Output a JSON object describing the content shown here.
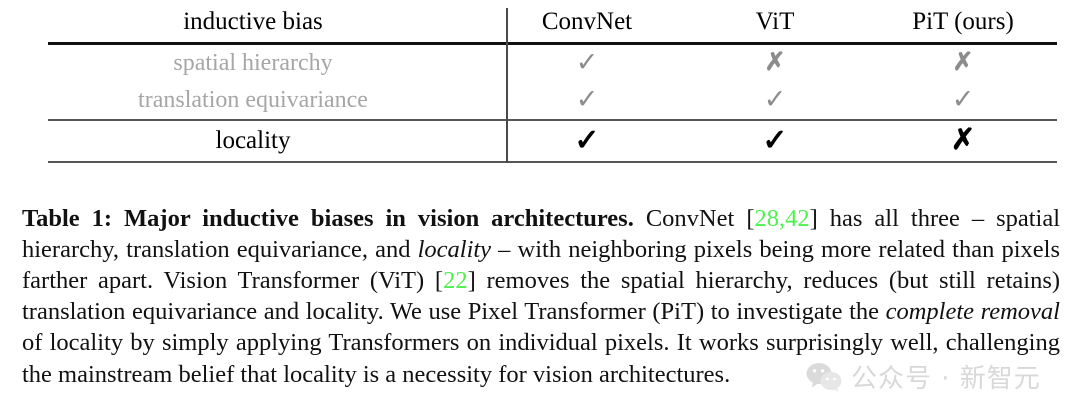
{
  "table": {
    "headers": [
      "inductive bias",
      "ConvNet",
      "ViT",
      "PiT (ours)"
    ],
    "rows": [
      {
        "label": "spatial hierarchy",
        "label_style": "faded",
        "cells": [
          {
            "mark": "check",
            "glyph": "✓",
            "style": "gray"
          },
          {
            "mark": "cross",
            "glyph": "✗",
            "style": "gray"
          },
          {
            "mark": "cross",
            "glyph": "✗",
            "style": "gray"
          }
        ]
      },
      {
        "label": "translation equivariance",
        "label_style": "faded",
        "cells": [
          {
            "mark": "check",
            "glyph": "✓",
            "style": "gray"
          },
          {
            "mark": "check",
            "glyph": "✓",
            "style": "gray"
          },
          {
            "mark": "check",
            "glyph": "✓",
            "style": "gray"
          }
        ]
      },
      {
        "label": "locality",
        "label_style": "solid",
        "cells": [
          {
            "mark": "check",
            "glyph": "✓",
            "style": "black"
          },
          {
            "mark": "check",
            "glyph": "✓",
            "style": "black"
          },
          {
            "mark": "cross",
            "glyph": "✗",
            "style": "black"
          }
        ]
      }
    ]
  },
  "caption": {
    "label": "Table 1:",
    "bold_title": "Major inductive biases in vision architectures.",
    "segments": [
      {
        "text": "ConvNet ",
        "style": "normal"
      },
      {
        "text": "[",
        "style": "normal"
      },
      {
        "text": "28",
        "style": "cite"
      },
      {
        "text": ",",
        "style": "cite"
      },
      {
        "text": "42",
        "style": "cite"
      },
      {
        "text": "] has all three – spatial hierarchy, translation equivariance, and ",
        "style": "normal"
      },
      {
        "text": "locality",
        "style": "italic"
      },
      {
        "text": " – with neighboring pixels being more related than pixels farther apart. Vision Transformer (ViT) ",
        "style": "normal"
      },
      {
        "text": "[",
        "style": "normal"
      },
      {
        "text": "22",
        "style": "cite"
      },
      {
        "text": "]",
        "style": "normal"
      },
      {
        "text": " removes the spatial hierarchy, reduces (but still retains) translation equivariance and locality. We use Pixel Transformer (PiT) to investigate the ",
        "style": "normal"
      },
      {
        "text": "complete removal",
        "style": "italic"
      },
      {
        "text": " of locality by simply applying Transformers on individual pixels. It works surprisingly well, challenging the mainstream belief that locality is a necessity for vision architectures.",
        "style": "normal"
      }
    ]
  },
  "watermark": {
    "text": "公众号 · 新智元",
    "icon": "wechat-logo"
  },
  "colors": {
    "citation_green": "#4ef04e",
    "faded_gray": "#a6a6a6",
    "mark_gray": "#8c8c8c",
    "rule_dark": "#111111",
    "rule_light": "#555555",
    "watermark_gray": "#b9b9b9"
  }
}
